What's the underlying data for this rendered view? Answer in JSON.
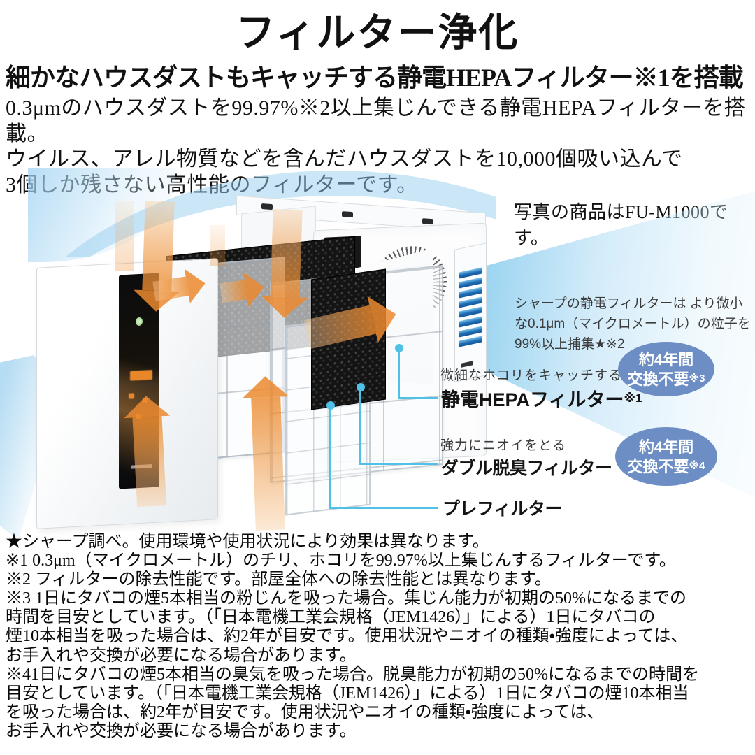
{
  "page": {
    "title": "フィルター浄化",
    "headline": "細かなハウスダストもキャッチする静電HEPAフィルター※1を搭載",
    "intro_lines": [
      "0.3μmのハウスダストを99.97%※2以上集じんできる静電HEPAフィルターを搭載。",
      "ウイルス、アレル物質などを含んだハウスダストを10,000個吸い込んで",
      "3個しか残さない高性能のフィルターです。"
    ],
    "photo_note": "写真の商品はFU-M1000です。"
  },
  "diagram": {
    "annotation_lines": [
      "シャープの静電フィルターは より微小",
      "な0.1μm（マイクロメートル）の粒子を",
      "99%以上捕集★※2"
    ],
    "labels": {
      "hepa_caption": "微細なホコリをキャッチする",
      "hepa_name": "静電HEPAフィルター",
      "hepa_ref": "※1",
      "deodor_caption": "強力にニオイをとる",
      "deodor_name": "ダブル脱臭フィルター",
      "pre_name": "プレフィルター"
    },
    "badges": [
      {
        "line1": "約4年間",
        "line2": "交換不要",
        "ref": "※3"
      },
      {
        "line1": "約4年間",
        "line2": "交換不要",
        "ref": "※4"
      }
    ],
    "colors": {
      "badge_fill": "#6d8ec4",
      "leader_line": "#4fc0e6",
      "arrow_orange": "#ec8a30",
      "air_stream": "#8bcdee",
      "louver_blue": "#1e6db5"
    }
  },
  "footnotes": [
    "★シャープ調べ。使用環境や使用状況により効果は異なります。",
    "※1 0.3μm（マイクロメートル）のチリ、ホコリを99.97%以上集じんするフィルターです。",
    "※2 フィルターの除去性能です。部屋全体への除去性能とは異なります。",
    "※3 1日にタバコの煙5本相当の粉じんを吸った場合。集じん能力が初期の50%になるまでの",
    "時間を目安としています。（「日本電機工業会規格（JEM1426）」による）1日にタバコの",
    "煙10本相当を吸った場合は、約2年が目安です。使用状況やニオイの種類・強度によっては、",
    "お手入れや交換が必要になる場合があります。",
    "※41日にタバコの煙5本相当の臭気を吸った場合。脱臭能力が初期の50%になるまでの時間を",
    "目安としています。（「日本電機工業会規格（JEM1426）」による）1日にタバコの煙10本相当",
    "を吸った場合は、約2年が目安です。使用状況やニオイの種類・強度によっては、",
    "お手入れや交換が必要になる場合があります。"
  ]
}
